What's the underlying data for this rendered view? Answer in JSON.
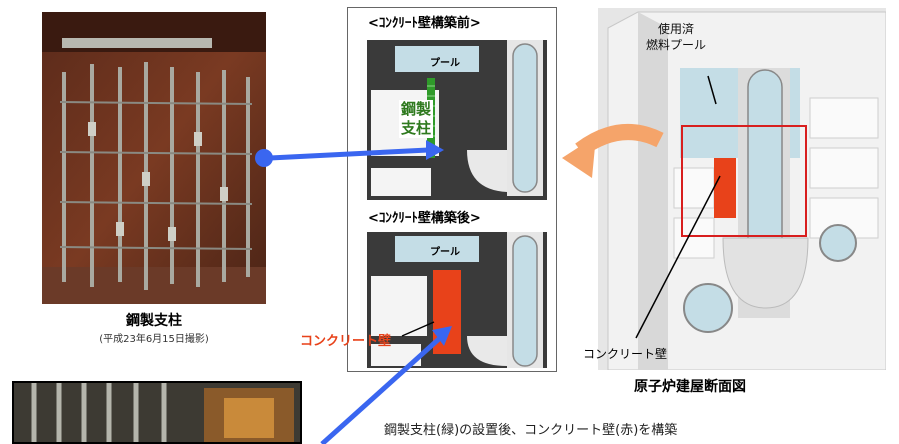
{
  "photo_caption": {
    "title": "鋼製支柱",
    "date": "(平成23年6月15日撮影)"
  },
  "before_panel": {
    "title": "<ｺﾝｸﾘｰﾄ壁構築前>",
    "pool_label": "プール",
    "pillar_label_line1": "鋼製",
    "pillar_label_line2": "支柱"
  },
  "after_panel": {
    "title": "<ｺﾝｸﾘｰﾄ壁構築後>",
    "pool_label": "プール",
    "wall_label": "コンクリート壁"
  },
  "cross_section": {
    "pool_label_line1": "使用済",
    "pool_label_line2": "燃料プール",
    "wall_label": "コンクリート壁",
    "title": "原子炉建屋断面図"
  },
  "description": "鋼製支柱(緑)の設置後、コンクリート壁(赤)を構築",
  "colors": {
    "pillar_green": "#2f9a2a",
    "wall_red": "#e8421a",
    "arrow_blue": "#3a66f0",
    "arrow_orange": "#f5a46a",
    "pool_blue": "#c4dde6"
  }
}
